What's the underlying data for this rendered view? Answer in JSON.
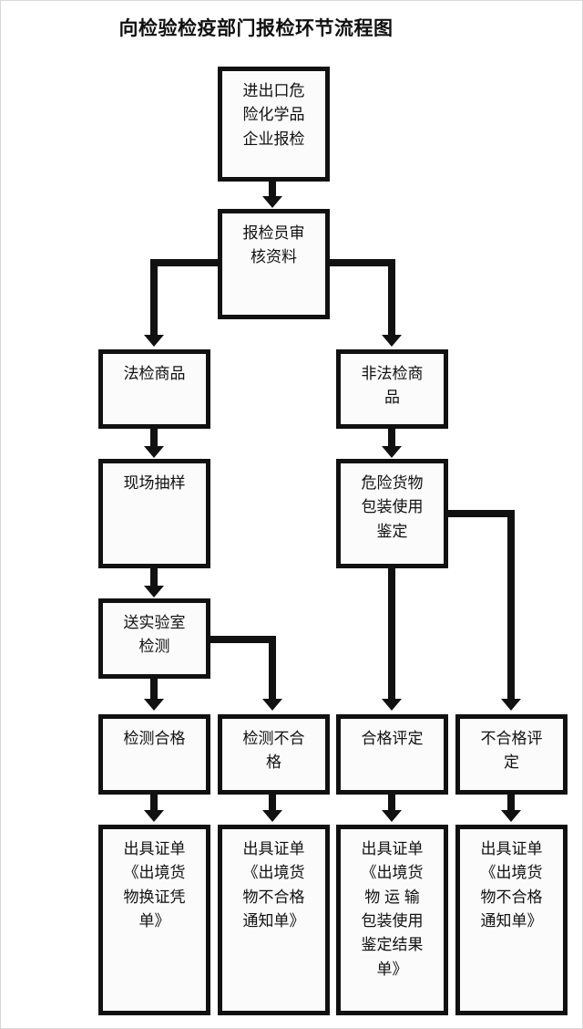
{
  "title": "向检验检疫部门报检环节流程图",
  "diagram": {
    "type": "flowchart",
    "orientation": "top-down",
    "nodes": [
      {
        "id": "n1",
        "label": "进出口危\n险化学品\n企业报检"
      },
      {
        "id": "n2",
        "label": "报检员审\n核资料"
      },
      {
        "id": "n3",
        "label": "法检商品"
      },
      {
        "id": "n4",
        "label": "非法检商\n品"
      },
      {
        "id": "n5",
        "label": "现场抽样"
      },
      {
        "id": "n6",
        "label": "危险货物\n包装使用\n鉴定"
      },
      {
        "id": "n7",
        "label": "送实验室\n检测"
      },
      {
        "id": "n8",
        "label": "检测合格"
      },
      {
        "id": "n9",
        "label": "检测不合\n格"
      },
      {
        "id": "n10",
        "label": "合格评定"
      },
      {
        "id": "n11",
        "label": "不合格评\n定"
      },
      {
        "id": "n12",
        "label": "出具证单\n《出境货\n物换证凭\n单》"
      },
      {
        "id": "n13",
        "label": "出具证单\n《出境货\n物不合格\n通知单》"
      },
      {
        "id": "n14",
        "label": "出具证单\n《出境货\n物 运 输\n包装使用\n鉴定结果\n单》"
      },
      {
        "id": "n15",
        "label": "出具证单\n《出境货\n物不合格\n通知单》"
      }
    ],
    "edges": [
      {
        "from": "n1",
        "to": "n2"
      },
      {
        "from": "n2",
        "to": "n3"
      },
      {
        "from": "n2",
        "to": "n4"
      },
      {
        "from": "n3",
        "to": "n5"
      },
      {
        "from": "n4",
        "to": "n6"
      },
      {
        "from": "n5",
        "to": "n7"
      },
      {
        "from": "n7",
        "to": "n8"
      },
      {
        "from": "n7",
        "to": "n9"
      },
      {
        "from": "n6",
        "to": "n10"
      },
      {
        "from": "n6",
        "to": "n11"
      },
      {
        "from": "n8",
        "to": "n12"
      },
      {
        "from": "n9",
        "to": "n13"
      },
      {
        "from": "n10",
        "to": "n14"
      },
      {
        "from": "n11",
        "to": "n15"
      }
    ]
  },
  "colors": {
    "stroke": "#111111",
    "node_fill": "#fbfbfb",
    "background": "#ffffff"
  }
}
